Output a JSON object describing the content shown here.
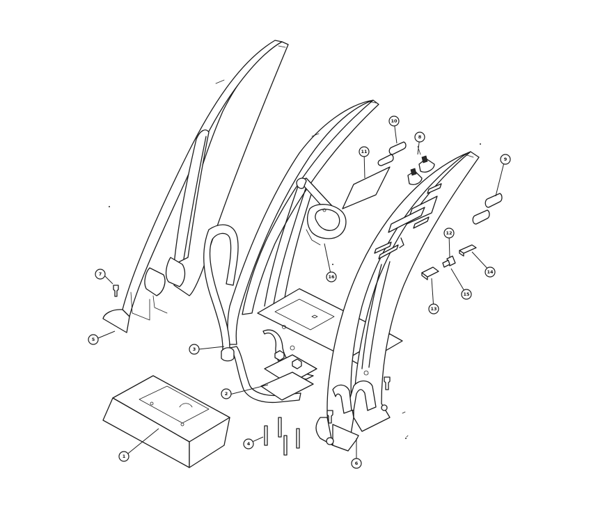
{
  "drawing": {
    "type": "exploded-assembly-line-drawing",
    "line_color": "#1a1a1a",
    "background": "#ffffff"
  },
  "callouts": [
    {
      "id": "c1",
      "label": "1"
    },
    {
      "id": "c2",
      "label": "2"
    },
    {
      "id": "c3",
      "label": "3"
    },
    {
      "id": "c4",
      "label": "4"
    },
    {
      "id": "c5",
      "label": "5"
    },
    {
      "id": "c6",
      "label": "6"
    },
    {
      "id": "c7",
      "label": "7"
    },
    {
      "id": "c8",
      "label": "8"
    },
    {
      "id": "c9",
      "label": "9"
    },
    {
      "id": "c10",
      "label": "10"
    },
    {
      "id": "c11",
      "label": "11"
    },
    {
      "id": "c12",
      "label": "12"
    },
    {
      "id": "c13",
      "label": "13"
    },
    {
      "id": "c14",
      "label": "14"
    },
    {
      "id": "c15",
      "label": "15"
    },
    {
      "id": "c16",
      "label": "16"
    }
  ]
}
